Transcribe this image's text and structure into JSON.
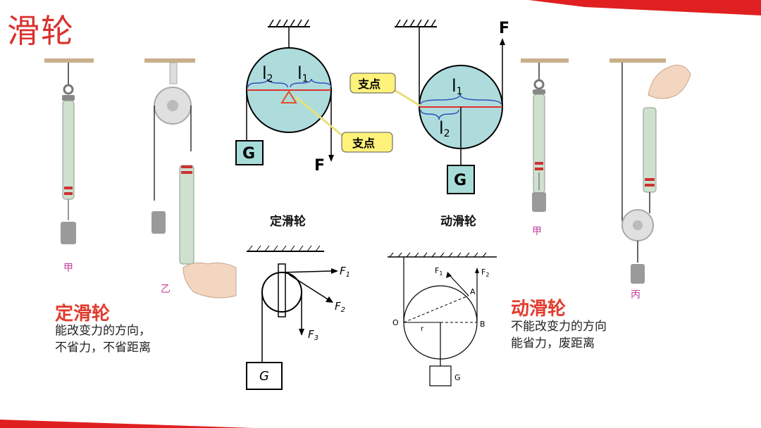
{
  "slide": {
    "title": "滑轮",
    "fixed_pulley": {
      "heading": "定滑轮",
      "desc": "能改变力的方向，\n不省力，不省距离",
      "label_a": "甲",
      "label_b": "乙",
      "caption": "定滑轮"
    },
    "movable_pulley": {
      "heading": "动滑轮",
      "desc": "不能改变力的方向\n能省力，废距离",
      "label_a": "甲",
      "label_c": "丙",
      "caption": "动滑轮"
    },
    "diagram_fixed": {
      "l2": "l",
      "l2_sub": "2",
      "l1": "l",
      "l1_sub": "1",
      "fulcrum": "支点",
      "weight": "G",
      "force": "F"
    },
    "diagram_movable": {
      "l1": "l",
      "l1_sub": "1",
      "l2": "l",
      "l2_sub": "2",
      "fulcrum": "支点",
      "weight": "G",
      "force": "F"
    },
    "diagram_forces": {
      "f1": "F",
      "f1_sub": "1",
      "f2": "F",
      "f2_sub": "2",
      "f3": "F",
      "f3_sub": "3",
      "weight": "G"
    },
    "diagram_geometry": {
      "f1": "F",
      "f1_sub": "1",
      "f2": "F",
      "f2_sub": "2",
      "point_a": "A",
      "point_o": "O",
      "point_b": "B",
      "radius": "r",
      "weight": "G"
    },
    "colors": {
      "accent_red": "#d9322e",
      "wheel_fill": "#aedcdc",
      "callout_yellow": "#fff27a",
      "weight_fill": "#a8dcd8"
    }
  }
}
